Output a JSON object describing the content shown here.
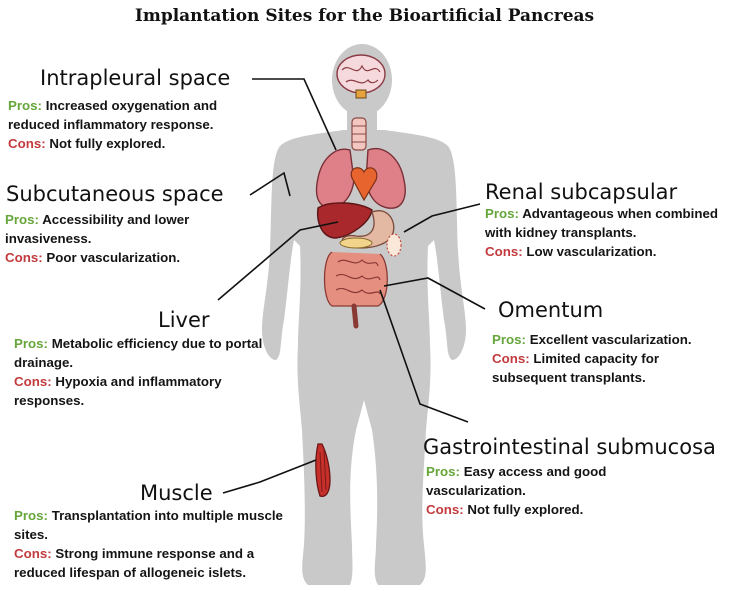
{
  "title": "Implantation Sites for the Bioartificial Pancreas",
  "labels": {
    "pros": "Pros:",
    "cons": "Cons:"
  },
  "colors": {
    "pros": "#66a63b",
    "cons": "#c23a3d",
    "body": "#c9c9c9"
  },
  "sites": {
    "intrapleural": {
      "name": "Intrapleural space",
      "pros": "Increased oxygenation and reduced inflammatory response.",
      "cons": "Not fully explored."
    },
    "subcutaneous": {
      "name": "Subcutaneous space",
      "pros": "Accessibility and lower invasiveness.",
      "cons": "Poor vascularization."
    },
    "liver": {
      "name": "Liver",
      "pros": "Metabolic efficiency due to portal drainage.",
      "cons": "Hypoxia and inflammatory responses."
    },
    "muscle": {
      "name": "Muscle",
      "pros": "Transplantation into multiple muscle sites.",
      "cons": "Strong immune response and a reduced lifespan of allogeneic islets."
    },
    "renal": {
      "name": "Renal subcapsular",
      "pros": "Advantageous when combined with kidney transplants.",
      "cons": "Low vascularization."
    },
    "omentum": {
      "name": "Omentum",
      "pros": "Excellent vascularization.",
      "cons": "Limited capacity for subsequent transplants."
    },
    "gastro": {
      "name": "Gastrointestinal submucosa",
      "pros": "Easy access and good vascularization.",
      "cons": "Not fully explored."
    }
  }
}
